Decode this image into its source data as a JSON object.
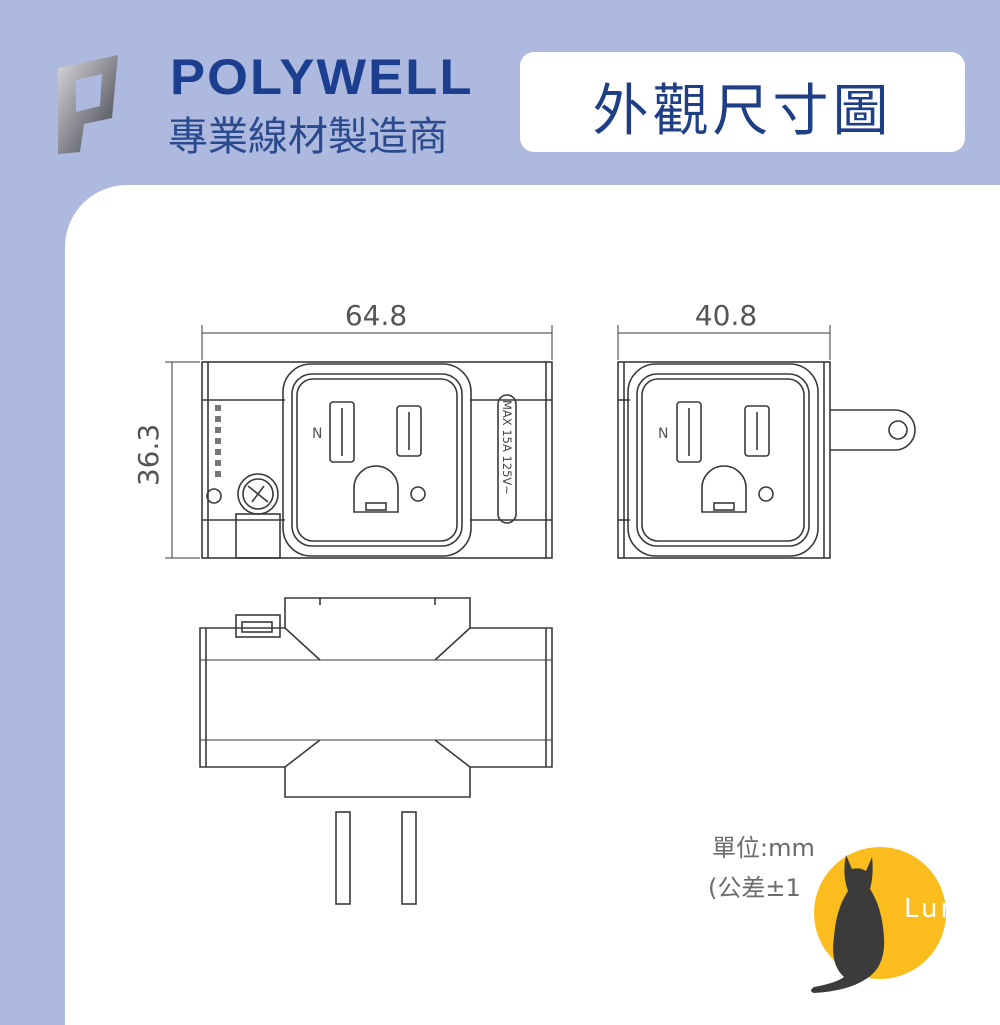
{
  "header": {
    "brand": "POLYWELL",
    "tagline": "專業線材製造商",
    "title": "外觀尺寸圖"
  },
  "drawing": {
    "front_width": "64.8",
    "height": "36.3",
    "side_width": "40.8",
    "neutral_mark": "N",
    "rating": "MAX 15A 125V~"
  },
  "notes": {
    "unit": "單位:mm",
    "tolerance": "(公差±1"
  },
  "watermark": {
    "text": "Luna",
    "color": "#fbbd1e"
  },
  "colors": {
    "background": "#adb9de",
    "brand": "#1b3f8e"
  }
}
